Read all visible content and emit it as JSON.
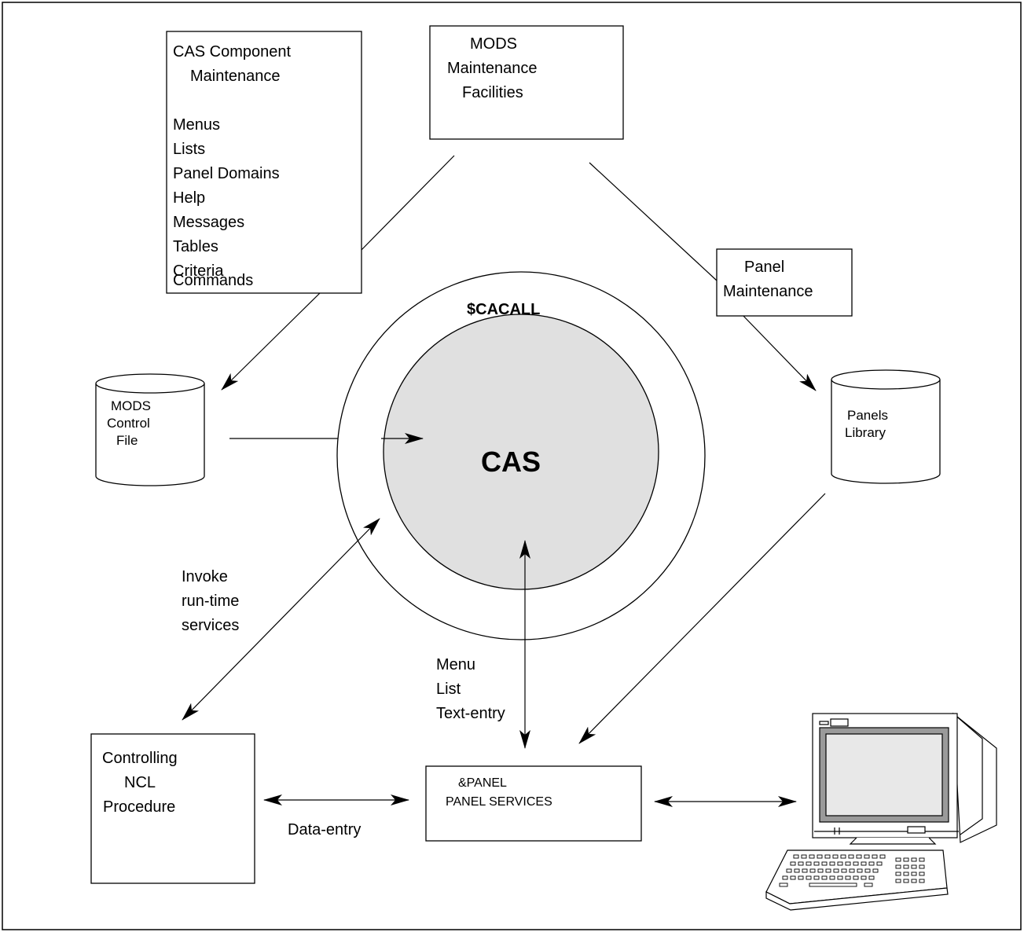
{
  "cas_component_box": {
    "title_line1": "CAS Component",
    "title_line2": "Maintenance",
    "items": [
      "Menus",
      "Lists",
      "Panel Domains",
      "Help",
      "Messages",
      "Tables",
      "Criteria",
      "Commands"
    ]
  },
  "mods_box": {
    "line1": "MODS",
    "line2": "Maintenance",
    "line3": "Facilities"
  },
  "panel_maintenance_box": {
    "line1": "Panel",
    "line2": "Maintenance"
  },
  "mods_control_file": {
    "line1": "MODS",
    "line2": "Control",
    "line3": "File"
  },
  "panels_library": {
    "line1": "Panels",
    "line2": "Library"
  },
  "outer_ring_label": "$CACALL",
  "core_label": "CAS",
  "core_fill": "#e0e0e0",
  "invoke_label": [
    "Invoke",
    "run-time",
    "services"
  ],
  "menu_label": [
    "Menu",
    "List",
    "Text-entry"
  ],
  "ncl_box": {
    "line1": "Controlling",
    "line2": "NCL",
    "line3": "Procedure"
  },
  "panel_services_box": {
    "line1": "&PANEL",
    "line2": "PANEL SERVICES"
  },
  "data_entry_label": "Data-entry",
  "terminal_icon": "computer-terminal-icon"
}
